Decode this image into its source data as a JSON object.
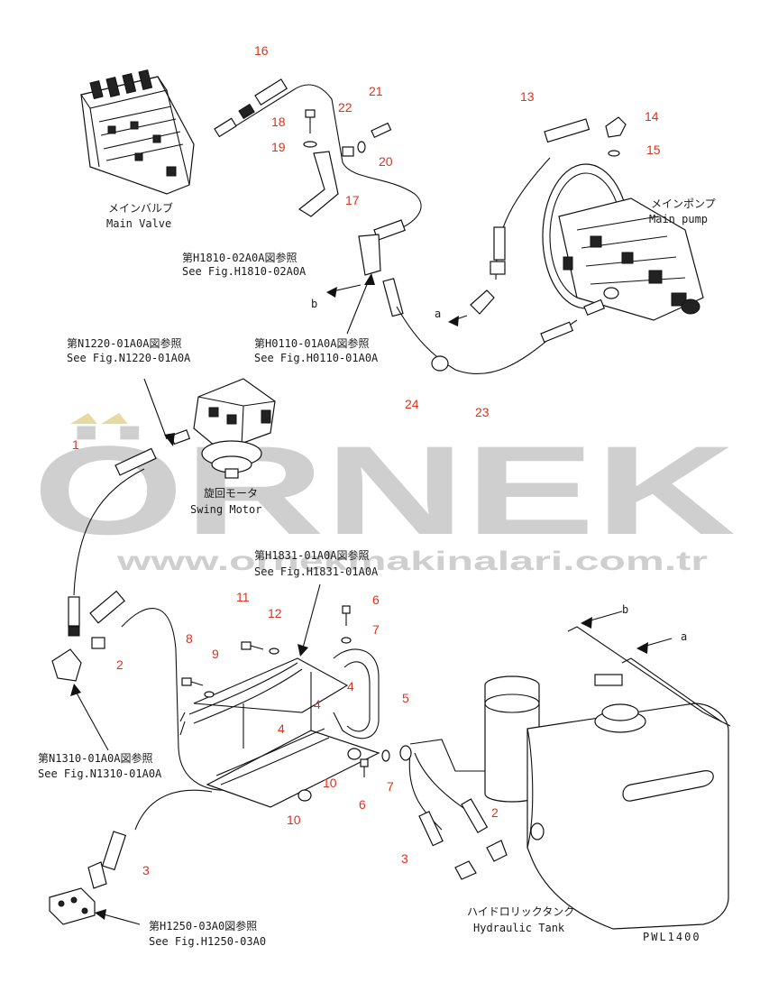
{
  "watermark": {
    "brand": "ÖRNEK",
    "site": "www.ornekmakinalari.com.tr"
  },
  "components": {
    "main_valve": {
      "jp": "メインバルブ",
      "en": "Main Valve"
    },
    "main_pump": {
      "jp": "メインポンプ",
      "en": "Main pump"
    },
    "swing_motor": {
      "jp": "旋回モータ",
      "en": "Swing Motor"
    },
    "hydraulic_tank": {
      "jp": "ハイドロリックタンク",
      "en": "Hydraulic Tank"
    }
  },
  "references": {
    "h1810": {
      "jp": "第H1810-02A0A図参照",
      "en": "See Fig.H1810-02A0A"
    },
    "h0110": {
      "jp": "第H0110-01A0A図参照",
      "en": "See Fig.H0110-01A0A"
    },
    "n1220": {
      "jp": "第N1220-01A0A図参照",
      "en": "See Fig.N1220-01A0A"
    },
    "h1831": {
      "jp": "第H1831-01A0A図参照",
      "en": "See Fig.H1831-01A0A"
    },
    "n1310": {
      "jp": "第N1310-01A0A図参照",
      "en": "See Fig.N1310-01A0A"
    },
    "h1250": {
      "jp": "第H1250-03A0図参照",
      "en": "See Fig.H1250-03A0"
    }
  },
  "connection_markers": {
    "a": "a",
    "b": "b"
  },
  "drawing_code": "PWL1400",
  "part_callouts": [
    "16",
    "22",
    "21",
    "18",
    "19",
    "20",
    "17",
    "13",
    "14",
    "15",
    "24",
    "23",
    "1",
    "11",
    "12",
    "8",
    "9",
    "2",
    "4",
    "6",
    "7",
    "5",
    "10",
    "3"
  ]
}
